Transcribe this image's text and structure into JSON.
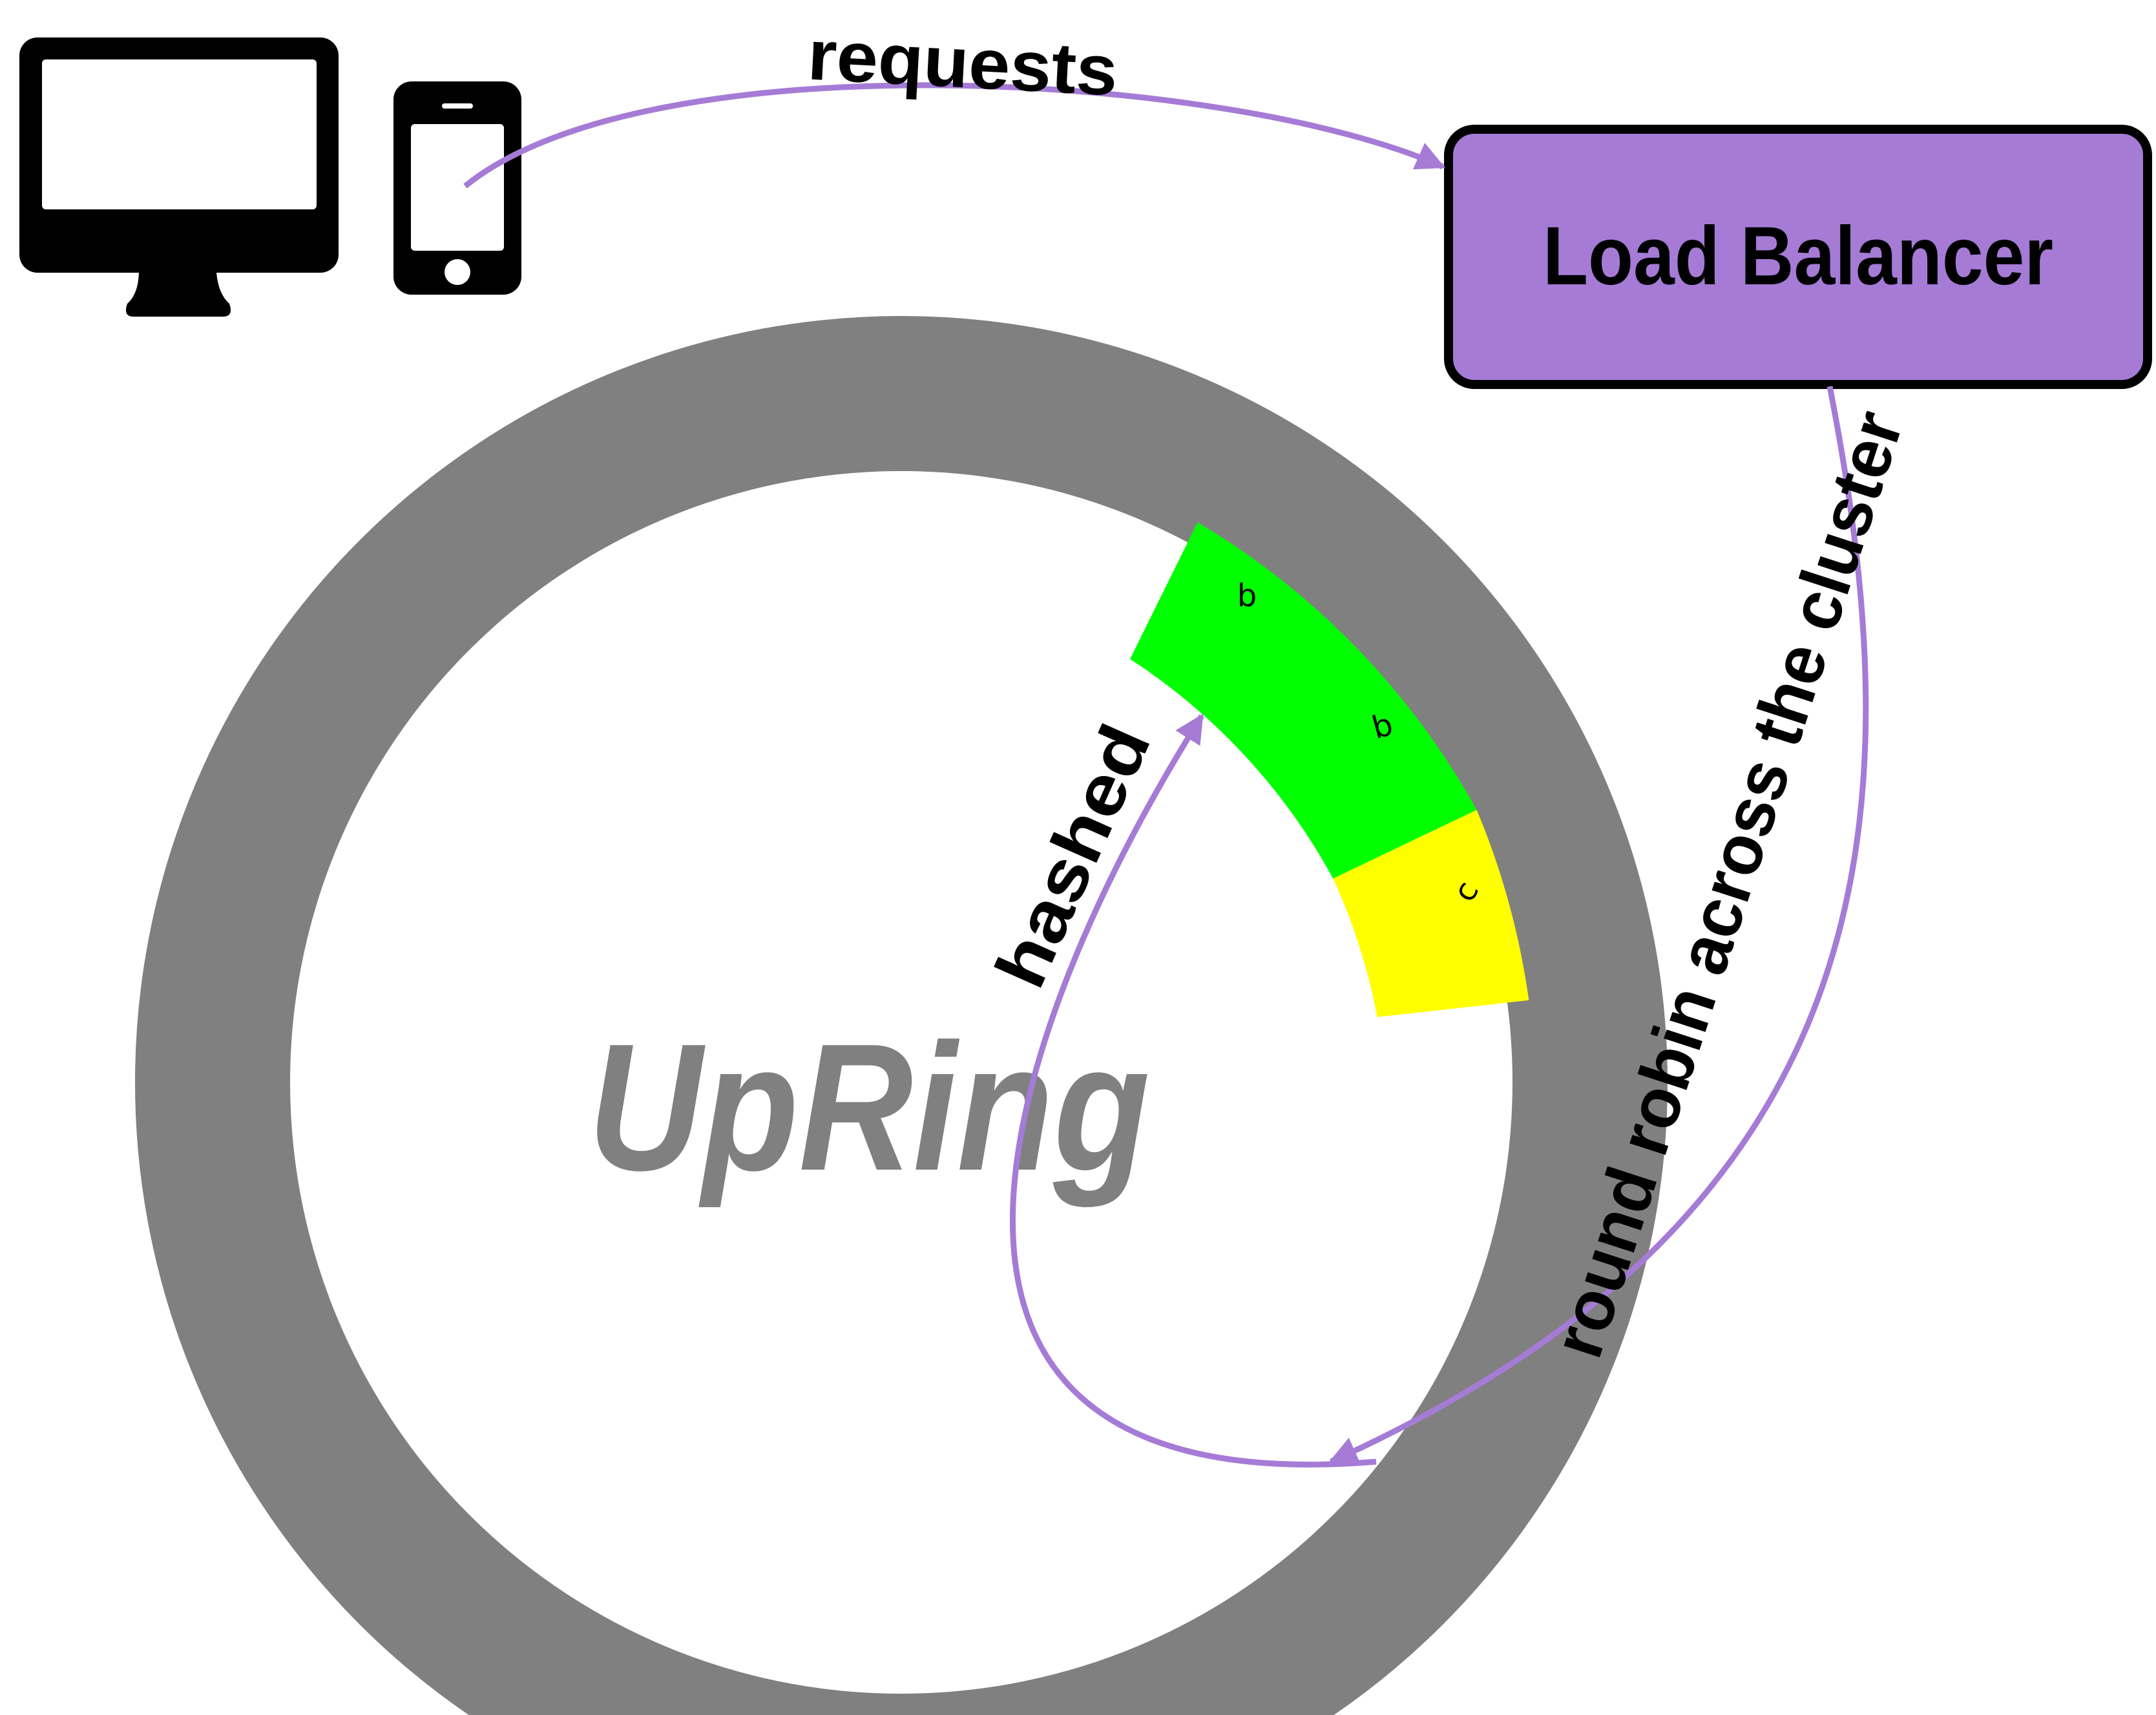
{
  "clients": {
    "desktop_icon": "desktop-monitor",
    "mobile_icon": "smartphone"
  },
  "arrows": {
    "requests_label": "requests",
    "round_robin_label": "round robin across the cluster",
    "hashed_label": "hashed"
  },
  "load_balancer": {
    "label": "Load Balancer"
  },
  "ring": {
    "title": "UpRing",
    "segments": [
      {
        "label": "b"
      },
      {
        "label": "b"
      },
      {
        "label": "c"
      }
    ]
  },
  "colors": {
    "arrow": "#a57bd6",
    "load_balancer_fill": "#a57bd6",
    "ring": "#808080",
    "segment_b": "#00ff00",
    "segment_c": "#ffff00",
    "icon": "#000000",
    "brand_text": "#808080",
    "lb_text": "#ffffff"
  }
}
